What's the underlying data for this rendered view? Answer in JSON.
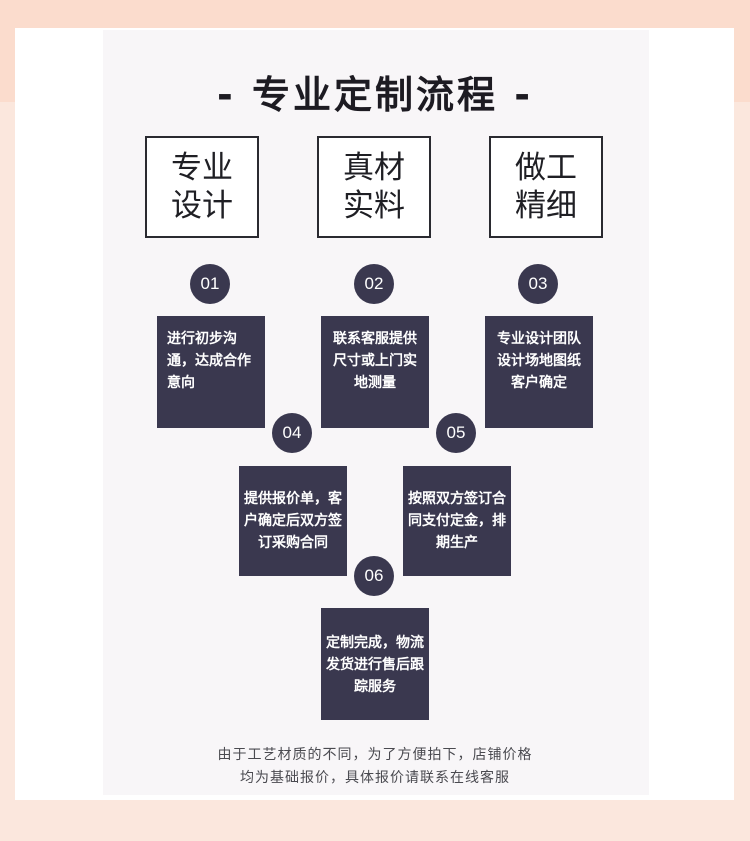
{
  "title": "- 专业定制流程 -",
  "features": [
    {
      "text": "专业设计"
    },
    {
      "text": "真材实料"
    },
    {
      "text": "做工精细"
    }
  ],
  "steps": [
    {
      "number": "01",
      "text": "进行初步沟通，达成合作意向"
    },
    {
      "number": "02",
      "text": "联系客服提供尺寸或上门实地测量"
    },
    {
      "number": "03",
      "text": "专业设计团队设计场地图纸客户确定"
    },
    {
      "number": "04",
      "text": "提供报价单，客户确定后双方签订采购合同"
    },
    {
      "number": "05",
      "text": "按照双方签订合同支付定金，排期生产"
    },
    {
      "number": "06",
      "text": "定制完成，物流发货进行售后跟踪服务"
    }
  ],
  "footer": {
    "line1": "由于工艺材质的不同，为了方便拍下，店铺价格",
    "line2": "均为基础报价，具体报价请联系在线客服"
  }
}
